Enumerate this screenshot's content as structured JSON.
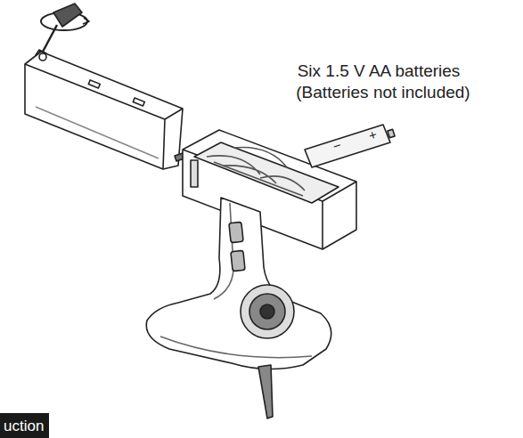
{
  "diagram": {
    "labels": [
      "Six 1.5 V AA batteries",
      "(Batteries not included)",
      "−",
      "+",
      "uction"
    ]
  }
}
